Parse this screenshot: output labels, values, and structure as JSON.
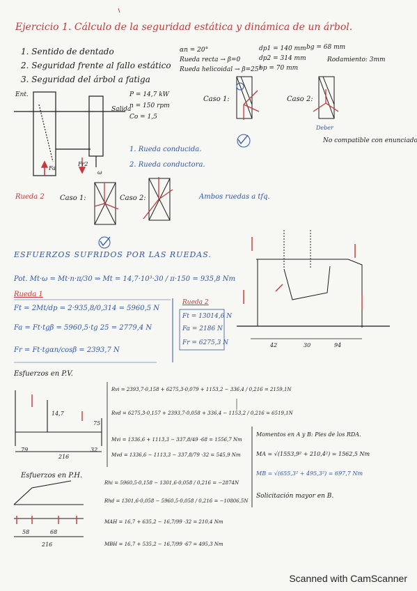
{
  "title": "Ejercicio 1. Cálculo de la seguridad estática y dinámica de un árbol.",
  "steps": [
    "1. Sentido de dentado",
    "2. Seguridad frente al fallo estático",
    "3. Seguridad del árbol a fatiga"
  ],
  "params_left": [
    "αn = 20°",
    "Rueda recta → β=0",
    "Rueda helicoidal → β=25°"
  ],
  "params_right": [
    "dp1 = 140 mm",
    "dp2 = 314 mm",
    "bg = 68 mm",
    "Rodamiento: 3mm",
    "bp = 70 mm"
  ],
  "motor": [
    "P = 14,7 kW",
    "n = 150 rpm",
    "Co = 1,5"
  ],
  "labels": {
    "ent": "Ent.",
    "salida": "Salida",
    "w": "ω",
    "fa": "Fa",
    "fr2": "Fr2",
    "caso1": "Caso 1:",
    "caso2": "Caso 2:",
    "deber": "Deber",
    "no_compatible": "No compatible con enunciado.",
    "rueda_conducida": "1. Rueda conducida.",
    "rueda_conductora": "2. Rueda conductora.",
    "rueda2": "Rueda 2",
    "ambos": "Ambos ruedas a tfq.",
    "esfuerzos_ruedas": "ESFUERZOS SUFRIDOS POR LAS RUEDAS.",
    "rueda1": "Rueda 1",
    "rueda2b": "Rueda 2",
    "esfuerzos_pv": "Esfuerzos en P.V.",
    "esfuerzos_ph": "Esfuerzos en P.H.",
    "momentos_title": "Momentos en A y B: Pies de los RDA.",
    "solicitacion": "Solicitación mayor en B.",
    "scanned": "Scanned with CamScanner"
  },
  "equations": {
    "pot": "Pot. Mt·ω = Mt·n·π/30 ⇒ Mt = 14,7·10³·30 / π·150 = 935,8 Nm",
    "ft": "Ft = 2Mt/dp = 2·935,8/0,314 = 5960,5 N",
    "fa": "Fa = Ft·tgβ = 5960,5·tg 25 = 2779,4 N",
    "fr": "Fr = Ft·tgαn/cosβ = 2393,7 N",
    "r2_ft": "Ft = 13014,6 N",
    "r2_fa": "Fa = 2186 N",
    "r2_fr": "Fr = 6275,3 N",
    "rvi": "Rvi = 2393,7·0,158 + 6275,3·0,079 + 1153,2 − 336,4 / 0,216 = 2159,1N",
    "rvd": "Rvd = 6275,3·0,157 + 2393,7·0,058 + 336,4 − 1153,2 / 0,216 = 6519,1N",
    "mvi": "Mvi = 1336,6 + 1113,3 − 337,8/49 ·68 = 1556,7 Nm",
    "mvd": "Mvd = 1336,6 − 1113,3 − 337,8/79 ·32 = 545,9 Nm",
    "rhi": "Rhi = 5960,5·0,158 − 1301,6·0,058 / 0,216 = −2874N",
    "rhd": "Rhd = 1301,6·0,058 − 5960,5·0,058 / 0,216 = −10806,5N",
    "mhi": "MAH = 16,7 + 635,2 − 16,7/99 ·32 = 210,4 Nm",
    "mhd": "MBH = 16,7 + 535,2 − 16,7/99 ·67 = 495,3 Nm",
    "ma": "MA = √(1553,9² + 210,4²) = 1562,5 Nm",
    "mb": "MB = √(655,3² + 495,3²) = 697,7 Nm"
  },
  "dims": [
    "42",
    "30",
    "94",
    "216",
    "79",
    "32",
    "58",
    "68",
    "14,7",
    "75"
  ],
  "colors": {
    "red": "#c8383a",
    "blue": "#2f55a6",
    "black": "#1a1a1a",
    "paper": "#f7f7f4"
  }
}
